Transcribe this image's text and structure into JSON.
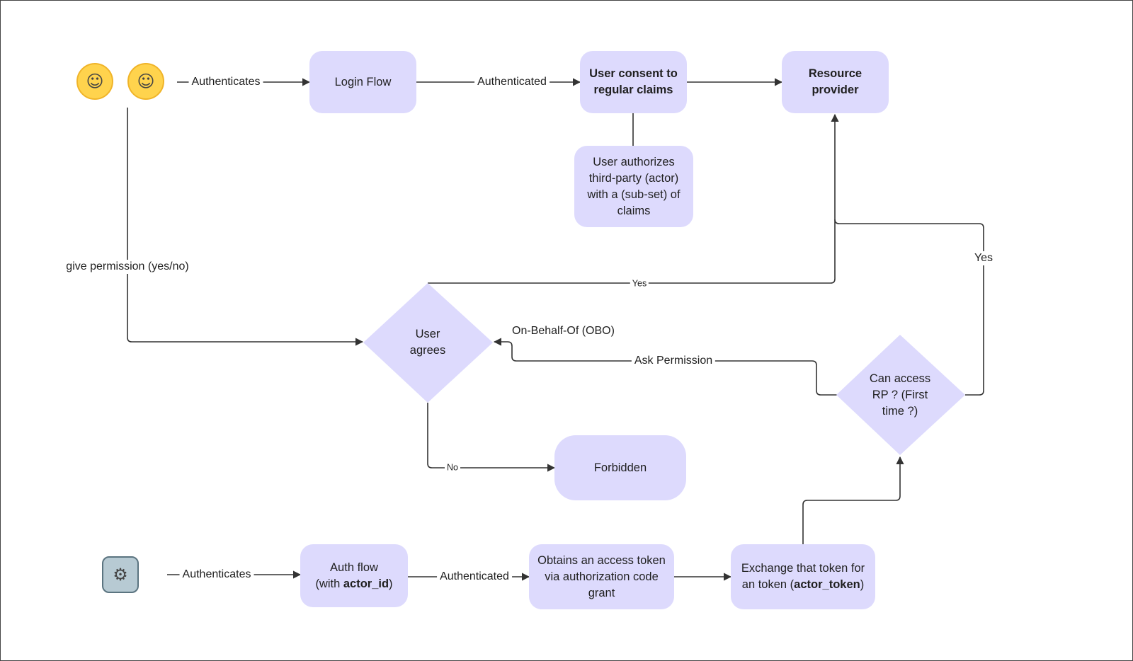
{
  "actors": {
    "user_icon_1": "person-icon",
    "user_icon_2": "person-icon",
    "robot_icon": "robot-icon"
  },
  "nodes": {
    "login_flow": "Login Flow",
    "user_consent_a": "User consent to",
    "user_consent_b": "regular claims",
    "resource_provider_a": "Resource",
    "resource_provider_b": "provider",
    "user_authorizes_a": "User authorizes",
    "user_authorizes_b": "third-party (actor)",
    "user_authorizes_c": "with a (sub-set) of",
    "user_authorizes_d": "claims",
    "user_agrees_a": "User",
    "user_agrees_b": "agrees",
    "can_access_a": "Can access",
    "can_access_b": "RP ? (First",
    "can_access_c": "time ?)",
    "forbidden": "Forbidden",
    "auth_flow_a": "Auth flow",
    "auth_flow_b_prefix": "(with ",
    "auth_flow_b_bold": "actor_id",
    "auth_flow_b_suffix": ")",
    "obtains_token_a": "Obtains an access token",
    "obtains_token_b": "via authorization code",
    "obtains_token_c": "grant",
    "exchange_token_a": "Exchange that token for",
    "exchange_token_b_prefix": "an token (",
    "exchange_token_b_bold": "actor_token",
    "exchange_token_b_suffix": ")"
  },
  "edges": {
    "authenticates_user": "Authenticates",
    "authenticated_user": "Authenticated",
    "give_permission": "give permission (yes/no)",
    "yes_user_agrees": "Yes",
    "yes_can_access": "Yes",
    "obo": "On-Behalf-Of (OBO)",
    "ask_permission": "Ask Permission",
    "no": "No",
    "authenticates_robot": "Authenticates",
    "authenticated_robot": "Authenticated"
  },
  "colors": {
    "node_fill": "#dddafd",
    "line": "#333333"
  }
}
